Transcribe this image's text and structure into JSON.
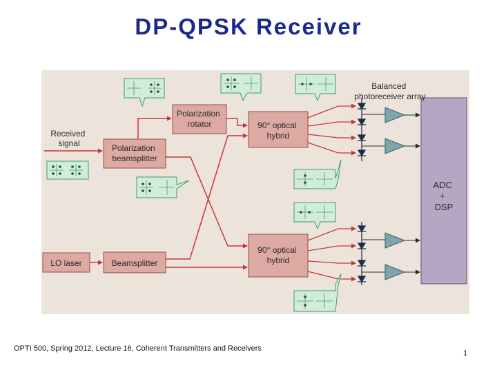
{
  "slide": {
    "title": "DP-QPSK Receiver",
    "footer": "OPTI 500, Spring 2012, Lecture 16, Coherent Transmitters and Receivers",
    "page_number": "1"
  },
  "diagram": {
    "received_signal": [
      "Received",
      "signal"
    ],
    "lo_laser": "LO laser",
    "polarization_beamsplitter": [
      "Polarization",
      "beamsplitter"
    ],
    "beamsplitter": "Beamsplitter",
    "polarization_rotator": [
      "Polarization",
      "rotator"
    ],
    "hybrid_top": [
      "90° optical",
      "hybrid"
    ],
    "hybrid_bottom": [
      "90° optical",
      "hybrid"
    ],
    "photoreceiver_label": [
      "Balanced",
      "photoreceiver array"
    ],
    "adc_dsp": [
      "ADC",
      "+",
      "DSP"
    ]
  },
  "colors": {
    "title": "#1a2a8c",
    "figure_bg": "#ece4da",
    "block_fill": "#dcaaa3",
    "block_stroke": "#9a4b45",
    "arrow_red": "#c8343a",
    "amp_fill": "#7ca6ad",
    "dsp_fill": "#b5a6c4",
    "constellation_fill": "#d2ecdb",
    "constellation_stroke": "#3f9d63",
    "dark_text": "#2a2a2a"
  }
}
